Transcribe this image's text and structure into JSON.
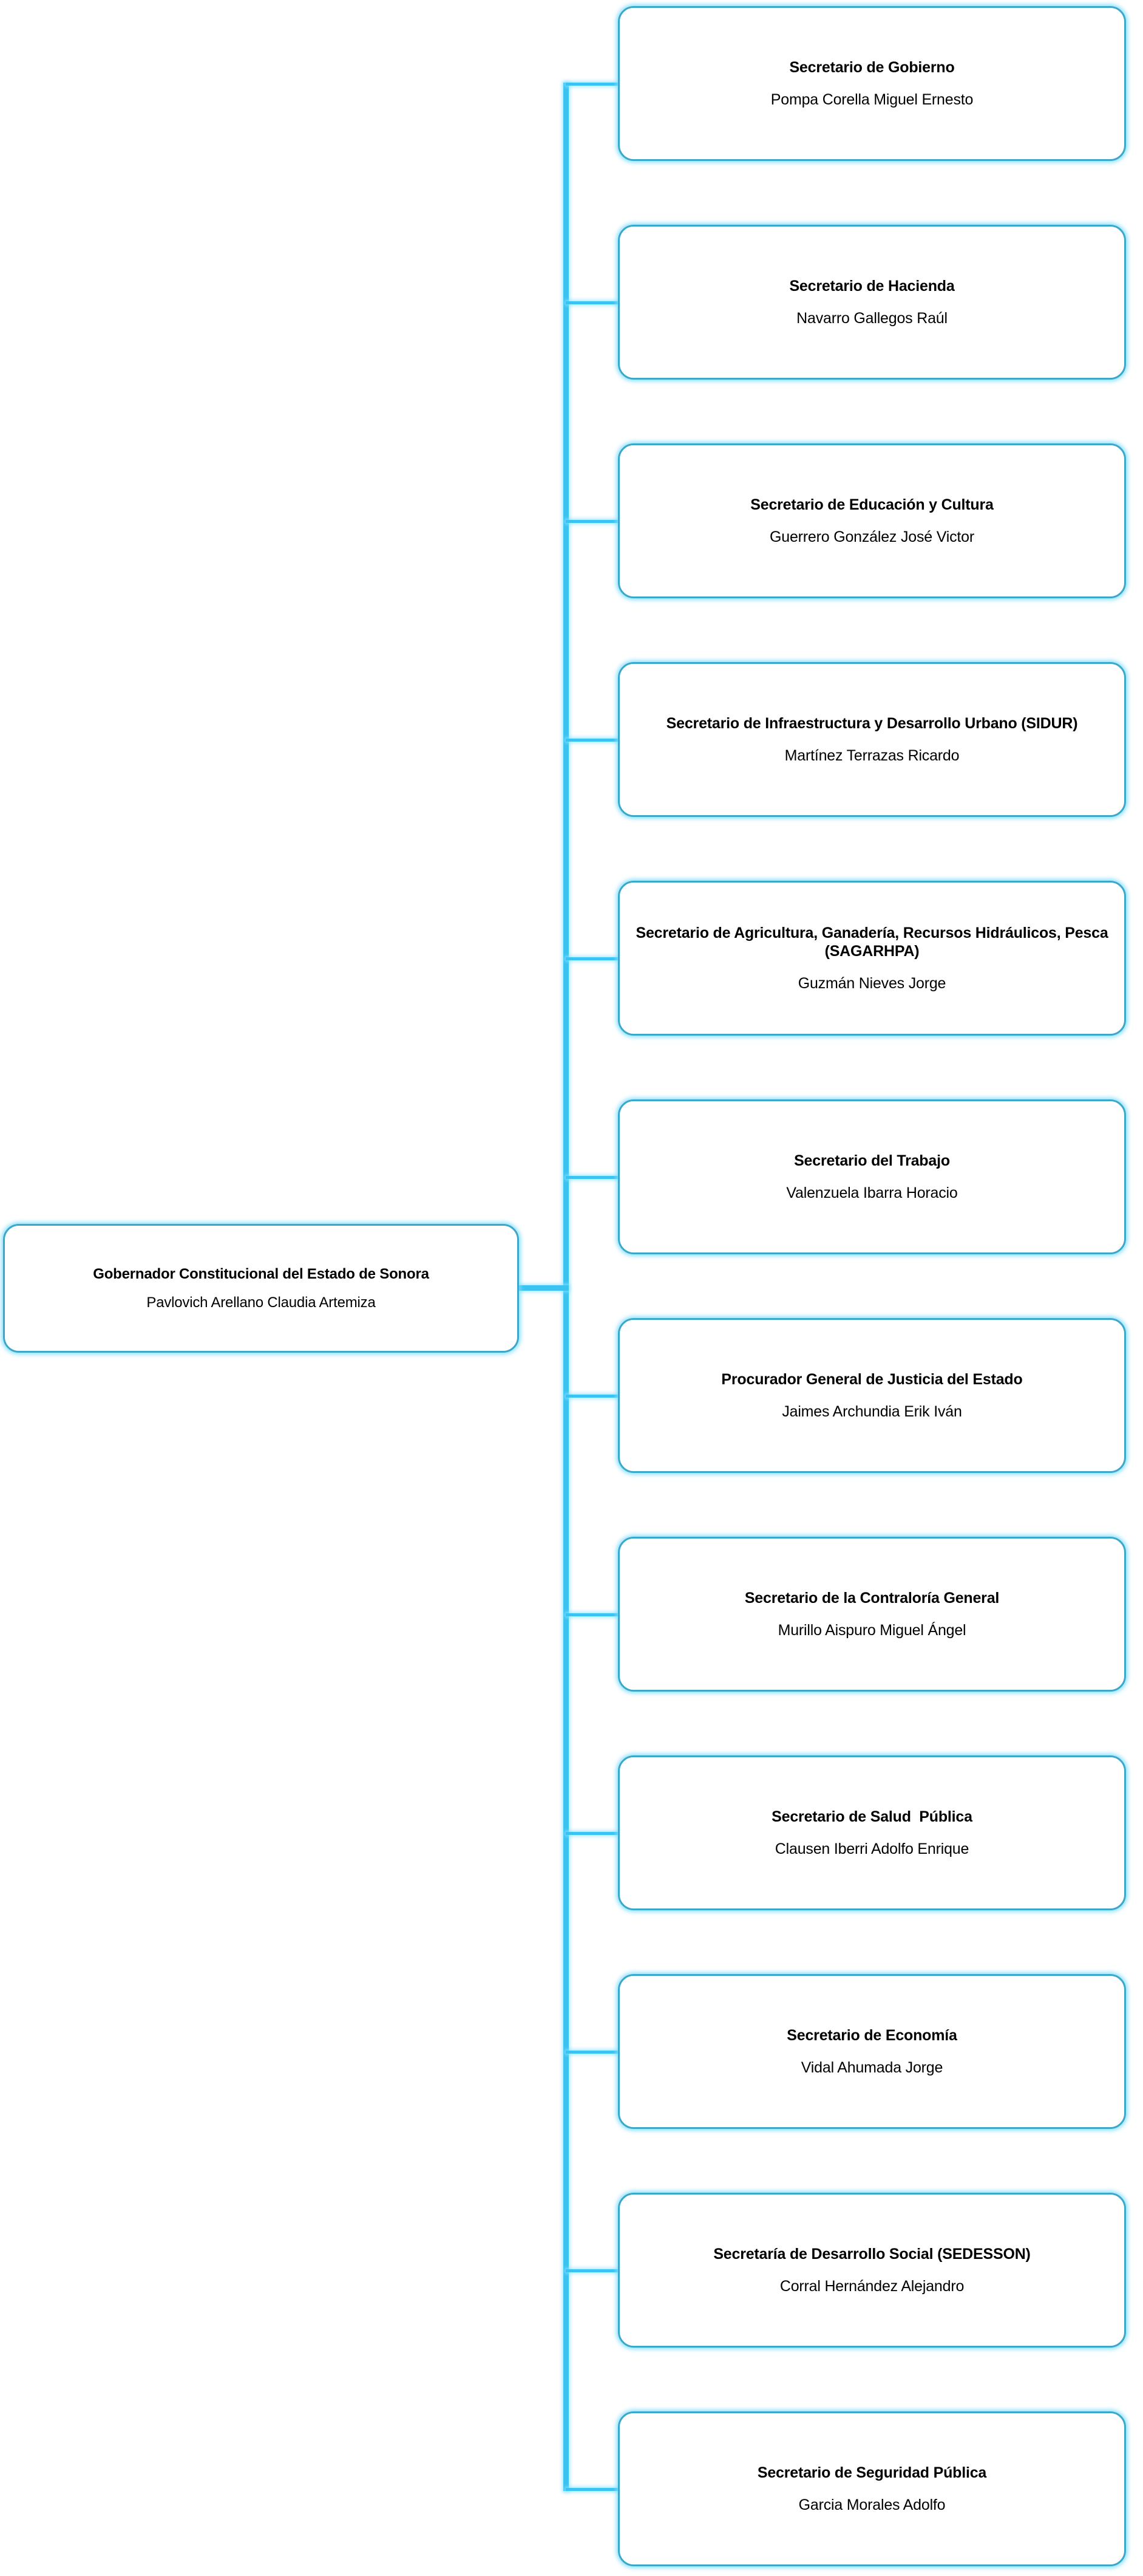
{
  "chart": {
    "type": "org-chart",
    "orientation": "left-root-right-children",
    "colors": {
      "box_border": "#3ba8c9",
      "box_fill": "#ffffff",
      "connector": "#3ac3f0",
      "glow": "#7ddeff",
      "text": "#000000",
      "background": "#ffffff"
    },
    "root": {
      "title": "Gobernador Constitucional del Estado de Sonora",
      "person": "Pavlovich Arellano Claudia Artemiza"
    },
    "children": [
      {
        "title": "Secretario de Gobierno",
        "person": "Pompa Corella Miguel Ernesto"
      },
      {
        "title": "Secretario de Hacienda",
        "person": "Navarro Gallegos Raúl"
      },
      {
        "title": "Secretario de Educación y Cultura",
        "person": "Guerrero González José Victor"
      },
      {
        "title": "Secretario de Infraestructura y Desarrollo Urbano (SIDUR)",
        "person": "Martínez Terrazas Ricardo"
      },
      {
        "title": "Secretario de Agricultura, Ganadería, Recursos Hidráulicos, Pesca (SAGARHPA)",
        "person": "Guzmán Nieves Jorge"
      },
      {
        "title": "Secretario del Trabajo",
        "person": "Valenzuela Ibarra Horacio"
      },
      {
        "title": "Procurador General de Justicia del Estado",
        "person": "Jaimes Archundia Erik Iván"
      },
      {
        "title": "Secretario de la Contraloría General",
        "person": "Murillo Aispuro Miguel Ángel"
      },
      {
        "title": "Secretario de Salud  Pública",
        "person": "Clausen Iberri Adolfo Enrique"
      },
      {
        "title": "Secretario de Economía",
        "person": "Vidal Ahumada Jorge"
      },
      {
        "title": "Secretaría de Desarrollo Social (SEDESSON)",
        "person": "Corral Hernández Alejandro"
      },
      {
        "title": "Secretario de Seguridad Pública",
        "person": "Garcia Morales Adolfo"
      }
    ]
  }
}
